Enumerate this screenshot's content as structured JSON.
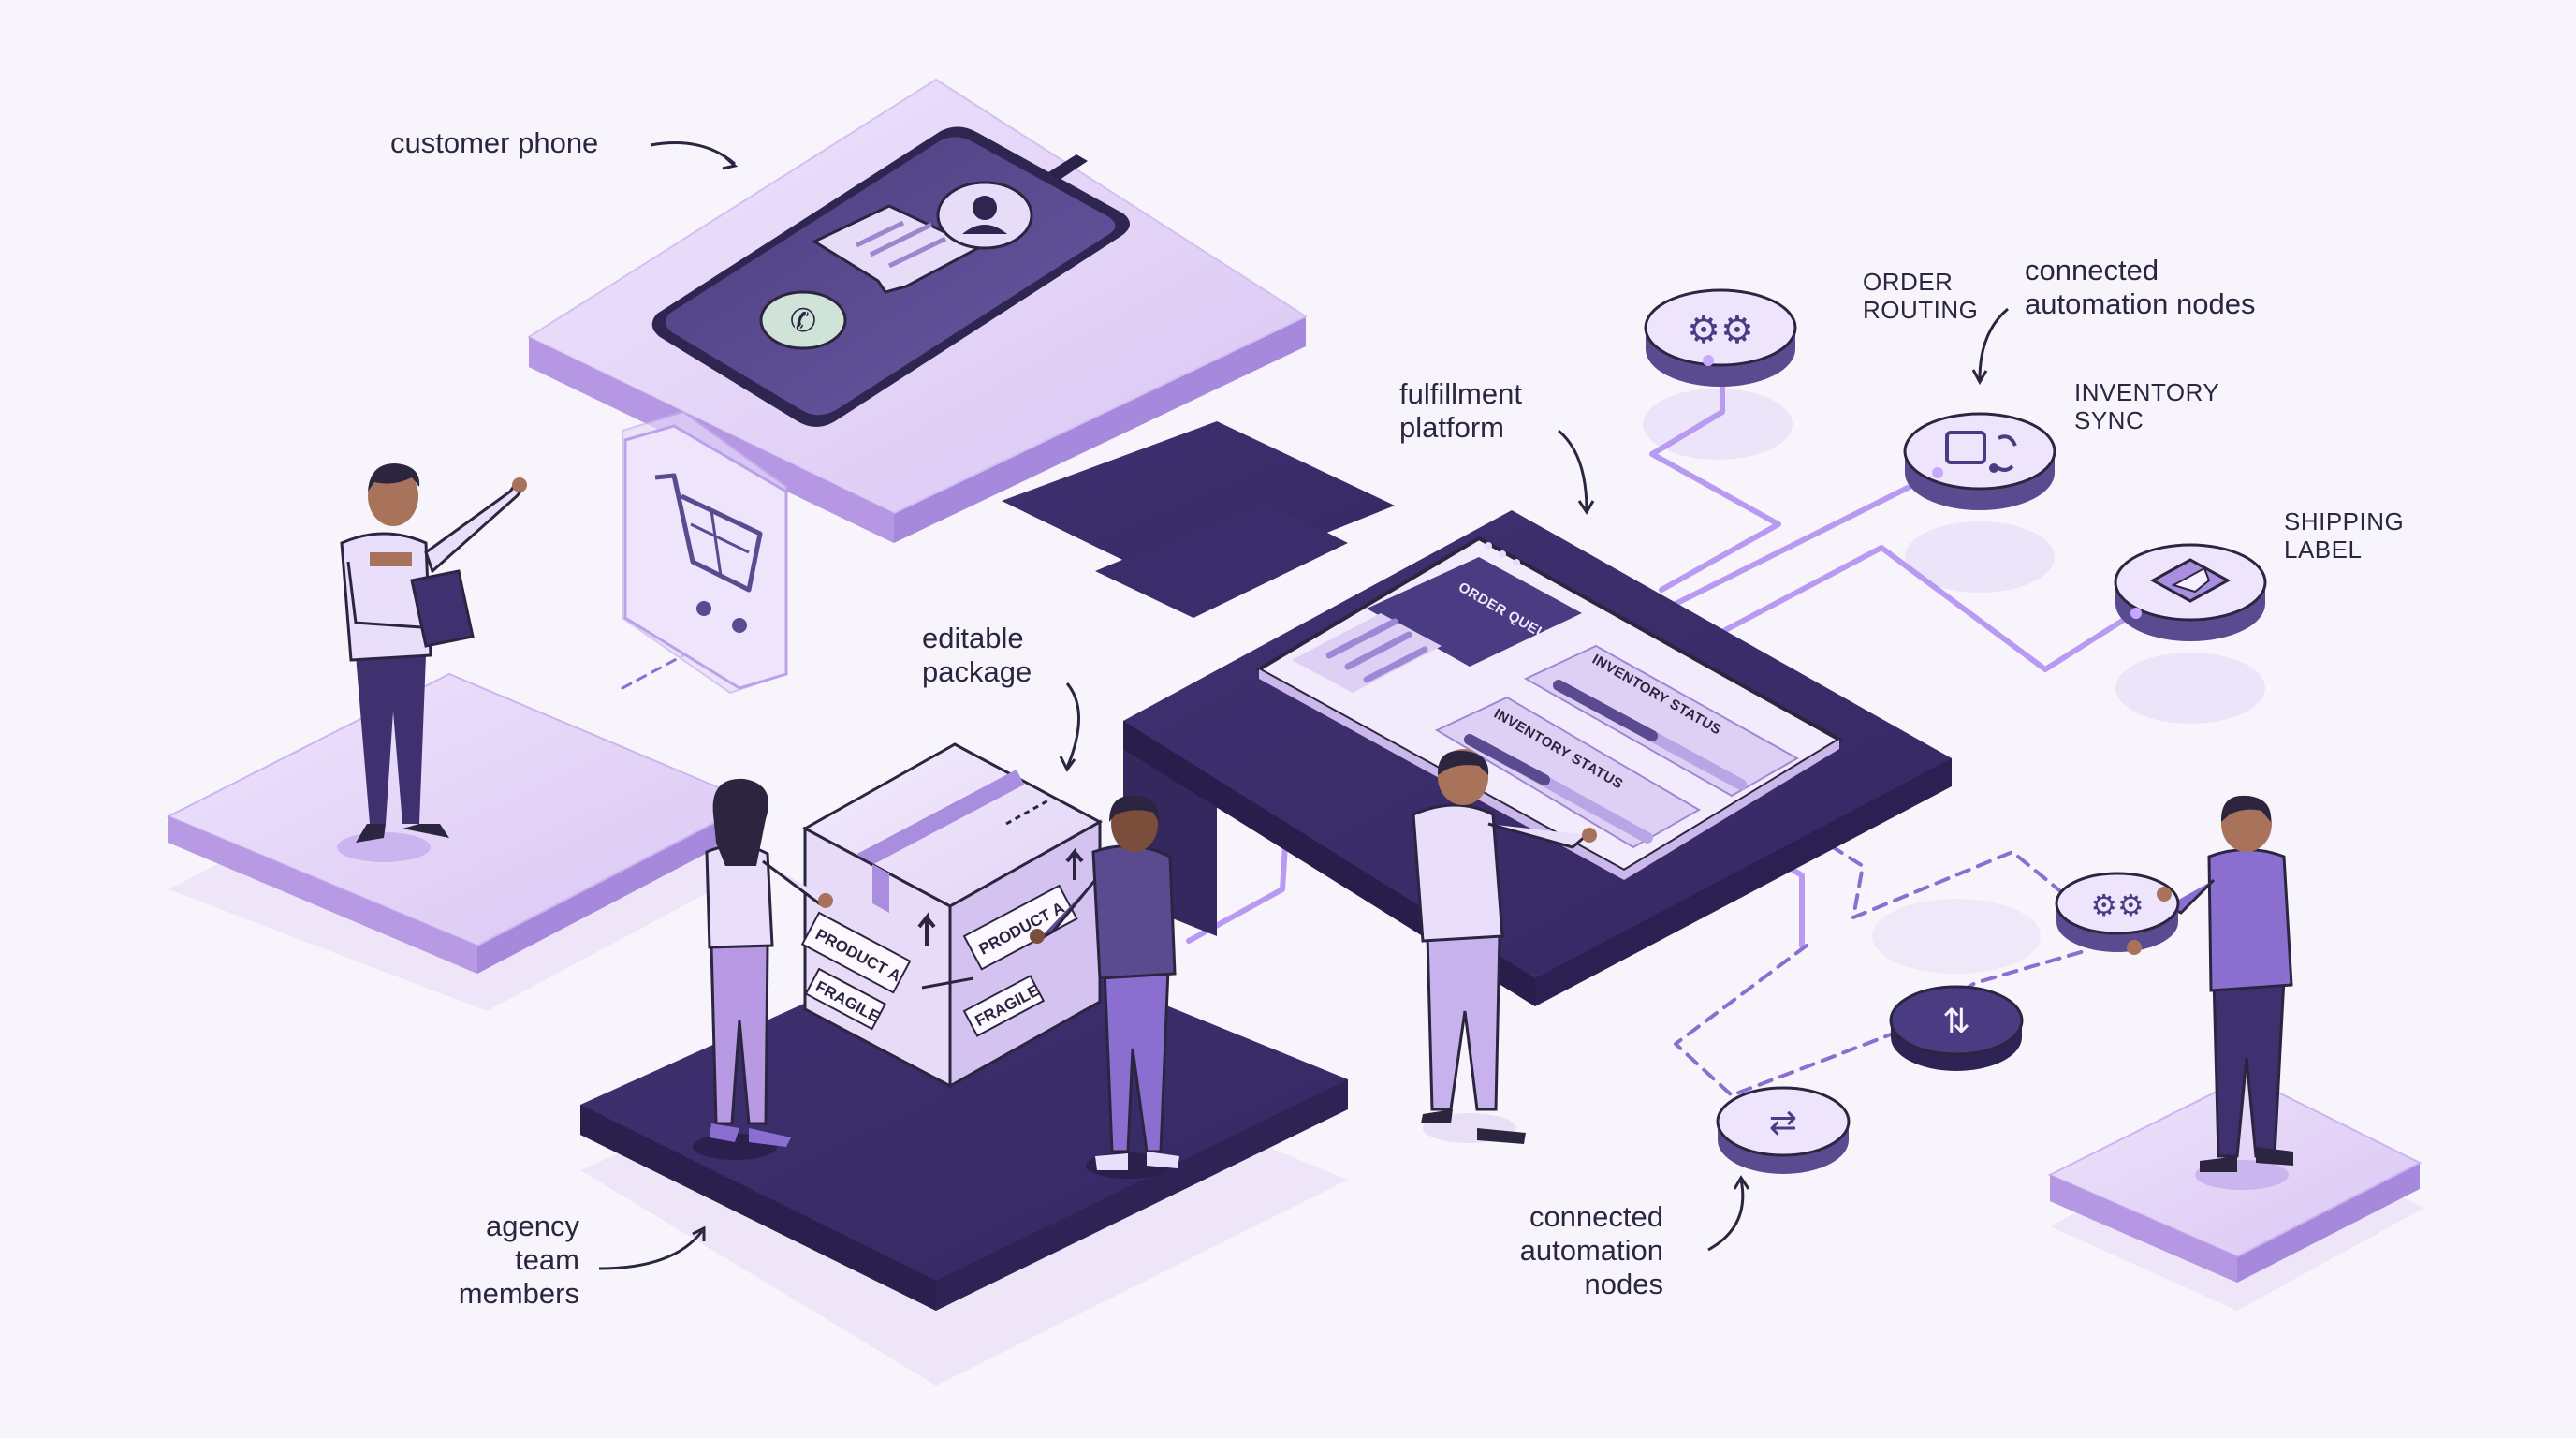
{
  "labels": {
    "customer_phone": "customer phone",
    "fulfillment_platform": [
      "fulfillment",
      "platform"
    ],
    "editable_package": [
      "editable",
      "package"
    ],
    "agency_team_members": [
      "agency",
      "team",
      "members"
    ],
    "connected_nodes_top": [
      "connected",
      "automation nodes"
    ],
    "connected_nodes_bottom": [
      "connected",
      "automation",
      "nodes"
    ],
    "order_routing": [
      "ORDER",
      "ROUTING"
    ],
    "inventory_sync": [
      "INVENTORY",
      "SYNC"
    ],
    "shipping_label": [
      "SHIPPING",
      "LABEL"
    ]
  },
  "dashboard": {
    "order_queue": "ORDER QUEUE",
    "inventory_status_1": "INVENTORY STATUS",
    "inventory_status_2": "INVENTORY STATUS"
  },
  "package": {
    "product_a_left": "PRODUCT A",
    "product_a_right": "PRODUCT A",
    "fragile_left": "FRAGILE",
    "fragile_right": "FRAGILE"
  },
  "icons": [
    "shopping-cart-icon",
    "phone-call-icon",
    "user-avatar-icon",
    "chat-bubble-icon",
    "gears-icon",
    "inventory-sync-icon",
    "shipping-label-icon",
    "swap-arrows-icon"
  ],
  "colors": {
    "background": "#f7f5fb",
    "platform_dark": "#3d2f6b",
    "platform_light": "#e4d6f8",
    "accent": "#8a6fd1",
    "outline": "#2b2540"
  }
}
